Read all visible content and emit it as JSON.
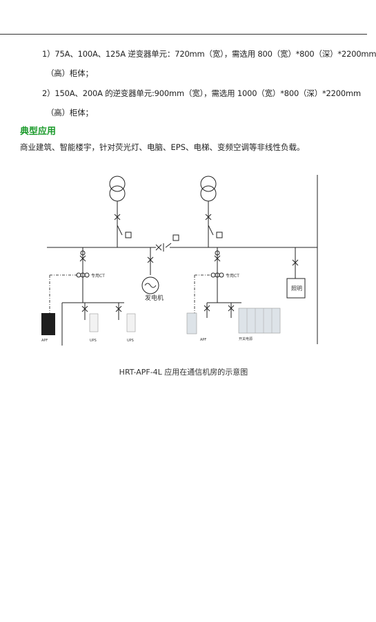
{
  "header": {
    "rule": ""
  },
  "spec": {
    "item1_line1": "1）75A、100A、125A 逆变器单元：720mm（宽），需选用 800（宽）*800（深）*2200mm",
    "item1_line2": "（高）柜体；",
    "item2_line1": "2）150A、200A 的逆变器单元:900mm（宽），需选用 1000（宽）*800（深）*2200mm",
    "item2_line2": "（高）柜体；"
  },
  "section": {
    "heading": "典型应用",
    "body": "商业建筑、智能楼宇，针对荧光灯、电脑、EPS、电梯、变频空调等非线性负载。"
  },
  "diagram": {
    "label_special_left": "专用CT",
    "label_special_right": "专用CT",
    "label_generator": "发电机",
    "label_lighting": "照明",
    "label_apf_left": "APF",
    "label_ups_1": "UPS",
    "label_ups_2": "UPS",
    "label_apf_right": "APF",
    "label_switchgear": "开关电源",
    "colors": {
      "line": "#222222",
      "dash": "#444444",
      "equipment_dark": "#1e1e1e",
      "equipment_light": "#dde3e8"
    }
  },
  "caption": "HRT-APF-4L 应用在通信机房的示意图"
}
